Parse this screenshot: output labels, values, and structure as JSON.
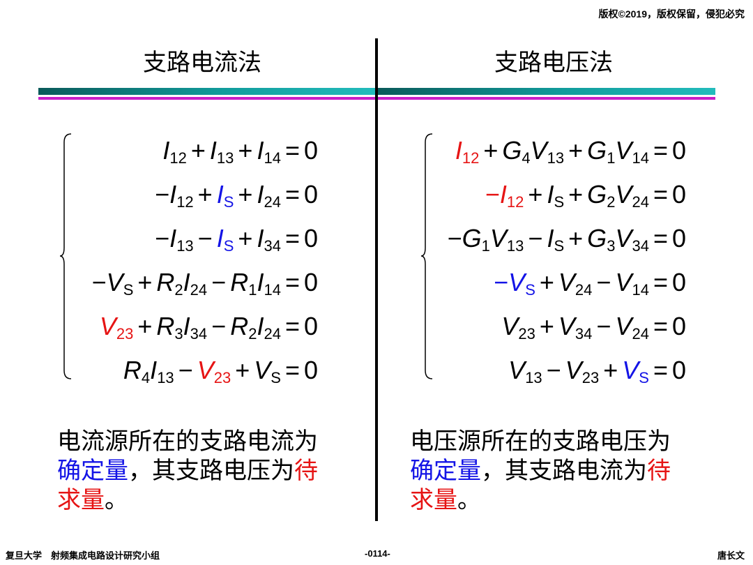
{
  "copyright": "版权©2019，版权保留，侵犯必究",
  "left": {
    "title": "支路电流法",
    "equations": [
      [
        {
          "t": "I",
          "s": "12"
        },
        {
          "o": "+"
        },
        {
          "t": "I",
          "s": "13"
        },
        {
          "o": "+"
        },
        {
          "t": "I",
          "s": "14"
        },
        {
          "o": "="
        },
        {
          "n": "0"
        }
      ],
      [
        {
          "o": "−"
        },
        {
          "t": "I",
          "s": "12"
        },
        {
          "o": "+"
        },
        {
          "t": "I",
          "s": "S",
          "c": "b"
        },
        {
          "o": "+"
        },
        {
          "t": "I",
          "s": "24"
        },
        {
          "o": "="
        },
        {
          "n": "0"
        }
      ],
      [
        {
          "o": "−"
        },
        {
          "t": "I",
          "s": "13"
        },
        {
          "o": "−"
        },
        {
          "t": "I",
          "s": "S",
          "c": "b"
        },
        {
          "o": "+"
        },
        {
          "t": "I",
          "s": "34"
        },
        {
          "o": "="
        },
        {
          "n": "0"
        }
      ],
      [
        {
          "o": "−"
        },
        {
          "t": "V",
          "s": "S"
        },
        {
          "o": "+"
        },
        {
          "t": "R",
          "s": "2"
        },
        {
          "t": "I",
          "s": "24"
        },
        {
          "o": "−"
        },
        {
          "t": "R",
          "s": "1"
        },
        {
          "t": "I",
          "s": "14"
        },
        {
          "o": "="
        },
        {
          "n": "0"
        }
      ],
      [
        {
          "t": "V",
          "s": "23",
          "c": "r"
        },
        {
          "o": "+"
        },
        {
          "t": "R",
          "s": "3"
        },
        {
          "t": "I",
          "s": "34"
        },
        {
          "o": "−"
        },
        {
          "t": "R",
          "s": "2"
        },
        {
          "t": "I",
          "s": "24"
        },
        {
          "o": "="
        },
        {
          "n": "0"
        }
      ],
      [
        {
          "t": "R",
          "s": "4"
        },
        {
          "t": "I",
          "s": "13"
        },
        {
          "o": "−"
        },
        {
          "t": "V",
          "s": "23",
          "c": "r"
        },
        {
          "o": "+"
        },
        {
          "t": "V",
          "s": "S"
        },
        {
          "o": "="
        },
        {
          "n": "0"
        }
      ]
    ],
    "note": {
      "line1": "电流源所在的支路电流为",
      "blue": "确定量",
      "middle": "，其支路电压为",
      "red1": "待",
      "red2": "求量",
      "end": "。"
    }
  },
  "right": {
    "title": "支路电压法",
    "equations": [
      [
        {
          "t": "I",
          "s": "12",
          "c": "r"
        },
        {
          "o": "+"
        },
        {
          "t": "G",
          "s": "4"
        },
        {
          "t": "V",
          "s": "13"
        },
        {
          "o": "+"
        },
        {
          "t": "G",
          "s": "1"
        },
        {
          "t": "V",
          "s": "14"
        },
        {
          "o": "="
        },
        {
          "n": "0"
        }
      ],
      [
        {
          "o": "−",
          "c": "r"
        },
        {
          "t": "I",
          "s": "12",
          "c": "r"
        },
        {
          "o": "+"
        },
        {
          "t": "I",
          "s": "S"
        },
        {
          "o": "+"
        },
        {
          "t": "G",
          "s": "2"
        },
        {
          "t": "V",
          "s": "24"
        },
        {
          "o": "="
        },
        {
          "n": "0"
        }
      ],
      [
        {
          "o": "−"
        },
        {
          "t": "G",
          "s": "1"
        },
        {
          "t": "V",
          "s": "13"
        },
        {
          "o": "−"
        },
        {
          "t": "I",
          "s": "S"
        },
        {
          "o": "+"
        },
        {
          "t": "G",
          "s": "3"
        },
        {
          "t": "V",
          "s": "34"
        },
        {
          "o": "="
        },
        {
          "n": "0"
        }
      ],
      [
        {
          "o": "−",
          "c": "b"
        },
        {
          "t": "V",
          "s": "S",
          "c": "b"
        },
        {
          "o": "+"
        },
        {
          "t": "V",
          "s": "24"
        },
        {
          "o": "−"
        },
        {
          "t": "V",
          "s": "14"
        },
        {
          "o": "="
        },
        {
          "n": "0"
        }
      ],
      [
        {
          "t": "V",
          "s": "23"
        },
        {
          "o": "+"
        },
        {
          "t": "V",
          "s": "34"
        },
        {
          "o": "−"
        },
        {
          "t": "V",
          "s": "24"
        },
        {
          "o": "="
        },
        {
          "n": "0"
        }
      ],
      [
        {
          "t": "V",
          "s": "13"
        },
        {
          "o": "−"
        },
        {
          "t": "V",
          "s": "23"
        },
        {
          "o": "+"
        },
        {
          "t": "V",
          "s": "S",
          "c": "b"
        },
        {
          "o": "="
        },
        {
          "n": "0"
        }
      ]
    ],
    "note": {
      "line1": "电压源所在的支路电压为",
      "blue": "确定量",
      "middle": "，其支路电流为",
      "red1": "待",
      "red2": "求量",
      "end": "。"
    }
  },
  "footer": {
    "left": "复旦大学　射频集成电路设计研究小组",
    "center": "-0114-",
    "right": "唐长文"
  },
  "colors": {
    "red": "#e61414",
    "blue": "#1414e6",
    "teal": "#119c9c",
    "magenta": "#c81ec8"
  }
}
